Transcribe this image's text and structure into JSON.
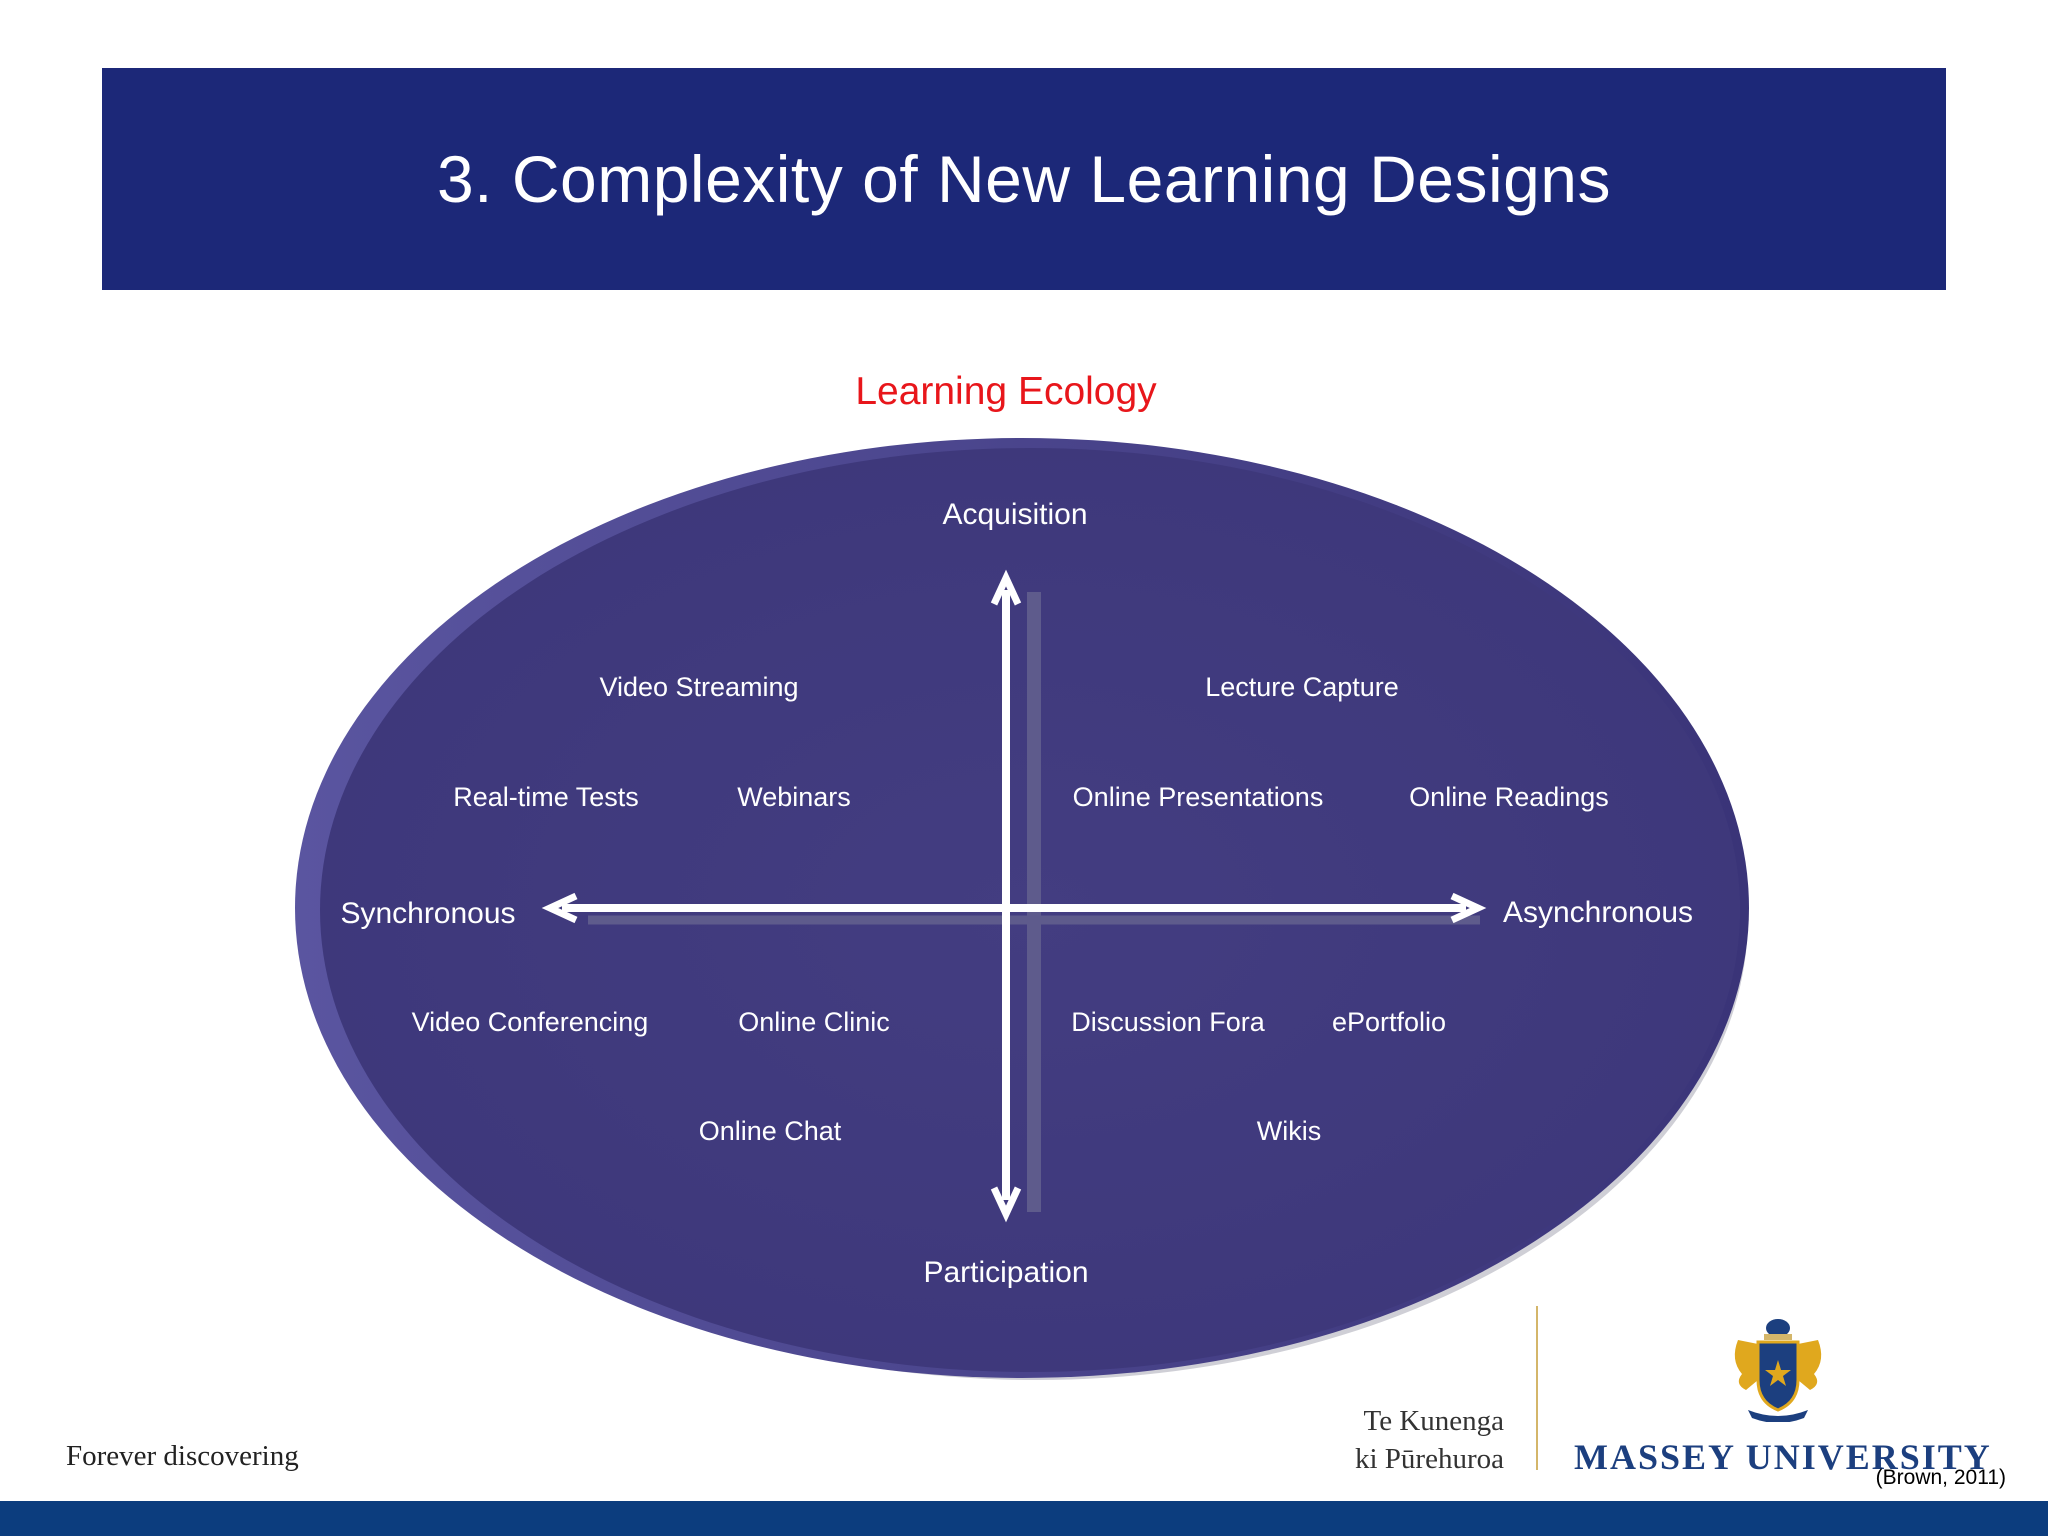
{
  "title": "3. Complexity of New Learning Designs",
  "diagram": {
    "heading": "Learning Ecology",
    "axes": {
      "top": "Acquisition",
      "bottom": "Participation",
      "left": "Synchronous",
      "right": "Asynchronous"
    },
    "quadrants": {
      "top_left": [
        "Video Streaming",
        "Real-time Tests",
        "Webinars"
      ],
      "top_right": [
        "Lecture Capture",
        "Online Presentations",
        "Online Readings"
      ],
      "bottom_left": [
        "Video Conferencing",
        "Online Clinic",
        "Online Chat"
      ],
      "bottom_right": [
        "Discussion Fora",
        "ePortfolio",
        "Wikis"
      ]
    },
    "colors": {
      "ellipse_fill": "#403a7e",
      "heading": "#e8161b",
      "labels": "#ffffff"
    }
  },
  "footer": {
    "tagline": "Forever discovering",
    "maori_line1": "Te Kunenga",
    "maori_line2": "ki Pūrehuroa",
    "university": "MASSEY UNIVERSITY",
    "citation": "(Brown, 2011)"
  },
  "colors": {
    "banner": "#1c2878",
    "bottom_bar": "#0c3d7e",
    "brand_text": "#1c3f7f"
  }
}
